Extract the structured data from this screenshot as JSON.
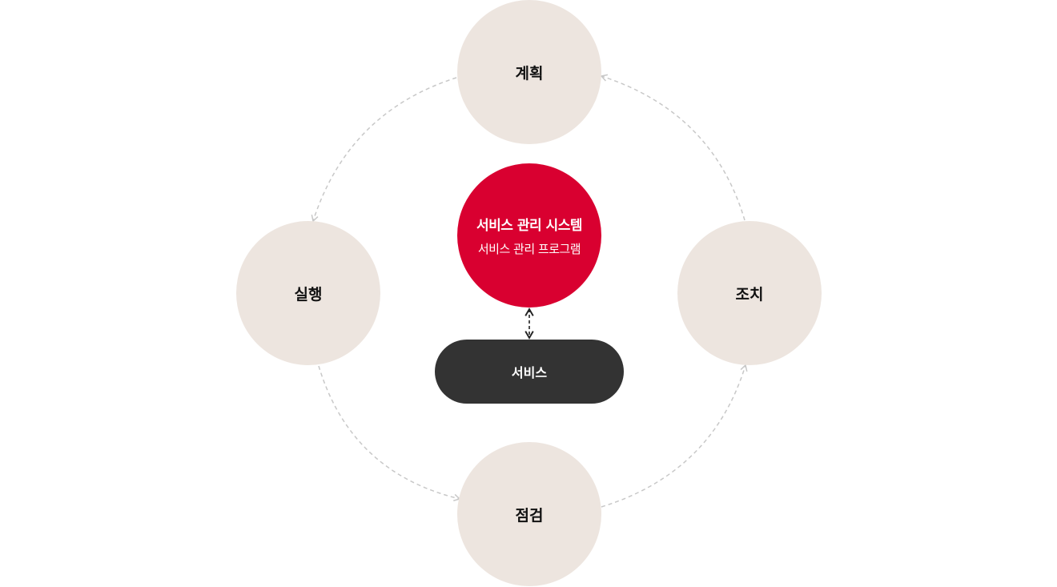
{
  "diagram": {
    "cycle": {
      "plan": "계획",
      "do": "실행",
      "check": "점검",
      "act": "조치"
    },
    "center": {
      "title": "서비스 관리 시스템",
      "subtitle": "서비스 관리 프로그램"
    },
    "service": "서비스"
  },
  "colors": {
    "cycle_node": "#ede5df",
    "center_circle": "#d90030",
    "service_pill": "#333333",
    "connector": "#c8c8c8"
  }
}
